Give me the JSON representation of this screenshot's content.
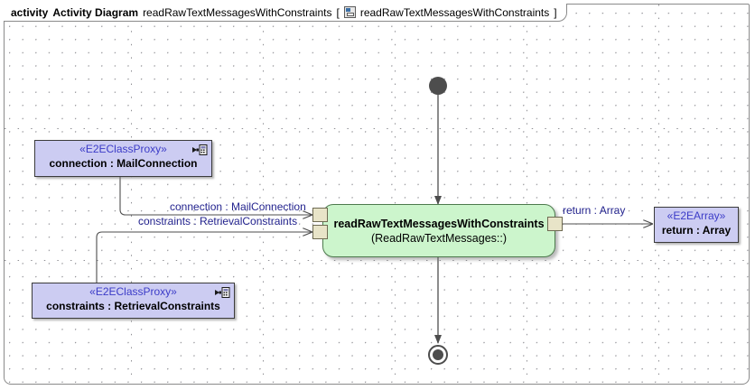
{
  "header": {
    "keyword": "activity",
    "diagram_type": "Activity Diagram",
    "diagram_name": "readRawTextMessagesWithConstraints",
    "bracket_open": "[",
    "icon": "activity-diagram-icon",
    "qualified_name": "readRawTextMessagesWithConstraints",
    "bracket_close": "]"
  },
  "nodes": {
    "initial": {
      "name": "initial-node"
    },
    "final": {
      "name": "activity-final-node"
    },
    "action": {
      "title": "readRawTextMessagesWithConstraints",
      "subtitle": "(ReadRawTextMessages::)"
    },
    "input_object_1": {
      "stereotype": "«E2EClassProxy»",
      "label": "connection : MailConnection",
      "badge_icon": "class-proxy-icon"
    },
    "input_object_2": {
      "stereotype": "«E2EClassProxy»",
      "label": "constraints : RetrievalConstraints",
      "badge_icon": "class-proxy-icon"
    },
    "output_object": {
      "stereotype": "«E2EArray»",
      "label": "return : Array"
    }
  },
  "pins": {
    "input_top": "connection-input-pin",
    "input_bottom": "constraints-input-pin",
    "output": "return-output-pin"
  },
  "edge_labels": {
    "connection": "connection : MailConnection",
    "constraints": "constraints : RetrievalConstraints",
    "return": "return : Array"
  },
  "colors": {
    "object_fill": "#ccccf2",
    "object_stereotype_text": "#3c3cc8",
    "action_fill": "#ccf5cc",
    "action_border": "#4d7a4d",
    "pin_fill": "#e8e4c8",
    "edge_label_text": "#23238e",
    "node_border": "#3b3b3b",
    "control_node": "#4d4d4d",
    "grid_dot": "#8f8f94",
    "frame_border": "#8a8a8a",
    "background": "#ffffff"
  }
}
